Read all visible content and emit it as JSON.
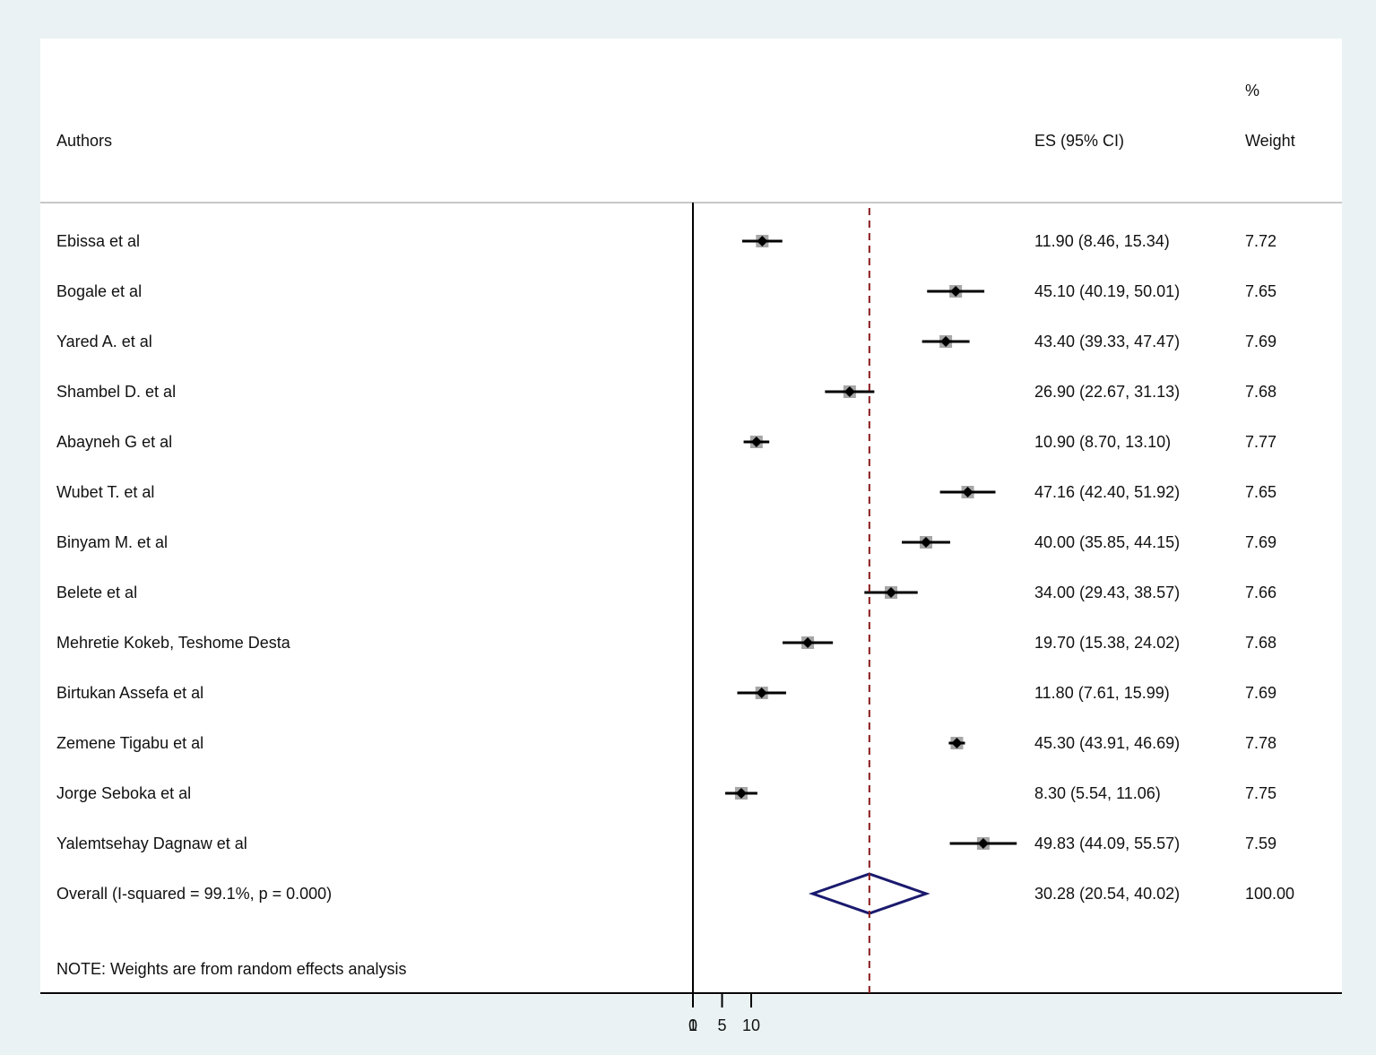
{
  "chart_data": {
    "type": "forest",
    "headers": {
      "study": "Authors",
      "es": "ES (95% CI)",
      "weight_top": "%",
      "weight": "Weight"
    },
    "studies": [
      {
        "label": "Ebissa et al",
        "es": 11.9,
        "lo": 8.46,
        "hi": 15.34,
        "es_text": "11.90 (8.46, 15.34)",
        "weight": "7.72"
      },
      {
        "label": "Bogale et al",
        "es": 45.1,
        "lo": 40.19,
        "hi": 50.01,
        "es_text": "45.10 (40.19, 50.01)",
        "weight": "7.65"
      },
      {
        "label": "Yared A. et al",
        "es": 43.4,
        "lo": 39.33,
        "hi": 47.47,
        "es_text": "43.40 (39.33, 47.47)",
        "weight": "7.69"
      },
      {
        "label": "Shambel D. et al",
        "es": 26.9,
        "lo": 22.67,
        "hi": 31.13,
        "es_text": "26.90 (22.67, 31.13)",
        "weight": "7.68"
      },
      {
        "label": "Abayneh G et al",
        "es": 10.9,
        "lo": 8.7,
        "hi": 13.1,
        "es_text": "10.90 (8.70, 13.10)",
        "weight": "7.77"
      },
      {
        "label": "Wubet T. et al",
        "es": 47.16,
        "lo": 42.4,
        "hi": 51.92,
        "es_text": "47.16 (42.40, 51.92)",
        "weight": "7.65"
      },
      {
        "label": "Binyam M. et al",
        "es": 40.0,
        "lo": 35.85,
        "hi": 44.15,
        "es_text": "40.00 (35.85, 44.15)",
        "weight": "7.69"
      },
      {
        "label": "Belete et al",
        "es": 34.0,
        "lo": 29.43,
        "hi": 38.57,
        "es_text": "34.00 (29.43, 38.57)",
        "weight": "7.66"
      },
      {
        "label": "Mehretie Kokeb, Teshome Desta",
        "es": 19.7,
        "lo": 15.38,
        "hi": 24.02,
        "es_text": "19.70 (15.38, 24.02)",
        "weight": "7.68"
      },
      {
        "label": "Birtukan Assefa et al",
        "es": 11.8,
        "lo": 7.61,
        "hi": 15.99,
        "es_text": "11.80 (7.61, 15.99)",
        "weight": "7.69"
      },
      {
        "label": "Zemene Tigabu et al",
        "es": 45.3,
        "lo": 43.91,
        "hi": 46.69,
        "es_text": "45.30 (43.91, 46.69)",
        "weight": "7.78"
      },
      {
        "label": "Jorge Seboka et al",
        "es": 8.3,
        "lo": 5.54,
        "hi": 11.06,
        "es_text": "8.30 (5.54, 11.06)",
        "weight": "7.75"
      },
      {
        "label": "Yalemtsehay Dagnaw et al",
        "es": 49.83,
        "lo": 44.09,
        "hi": 55.57,
        "es_text": "49.83 (44.09, 55.57)",
        "weight": "7.59"
      }
    ],
    "overall": {
      "label": "Overall  (I-squared = 99.1%, p = 0.000)",
      "es": 30.28,
      "lo": 20.54,
      "hi": 40.02,
      "es_text": "30.28 (20.54, 40.02)",
      "weight": "100.00"
    },
    "note": "NOTE: Weights are from random effects analysis",
    "x_ticks": [
      {
        "value": 0,
        "label": "0"
      },
      {
        "value": 0,
        "label": "1"
      },
      {
        "value": 5,
        "label": "5"
      },
      {
        "value": 10,
        "label": "10"
      }
    ],
    "null_line": 0,
    "colors": {
      "background": "#eaf2f3",
      "plot_area": "#ffffff",
      "ci_line": "#000000",
      "point": "#000000",
      "weight_box": "#a6a6a6",
      "overall_diamond": "#1a1a6e",
      "overall_line": "#8b1a1a"
    }
  }
}
